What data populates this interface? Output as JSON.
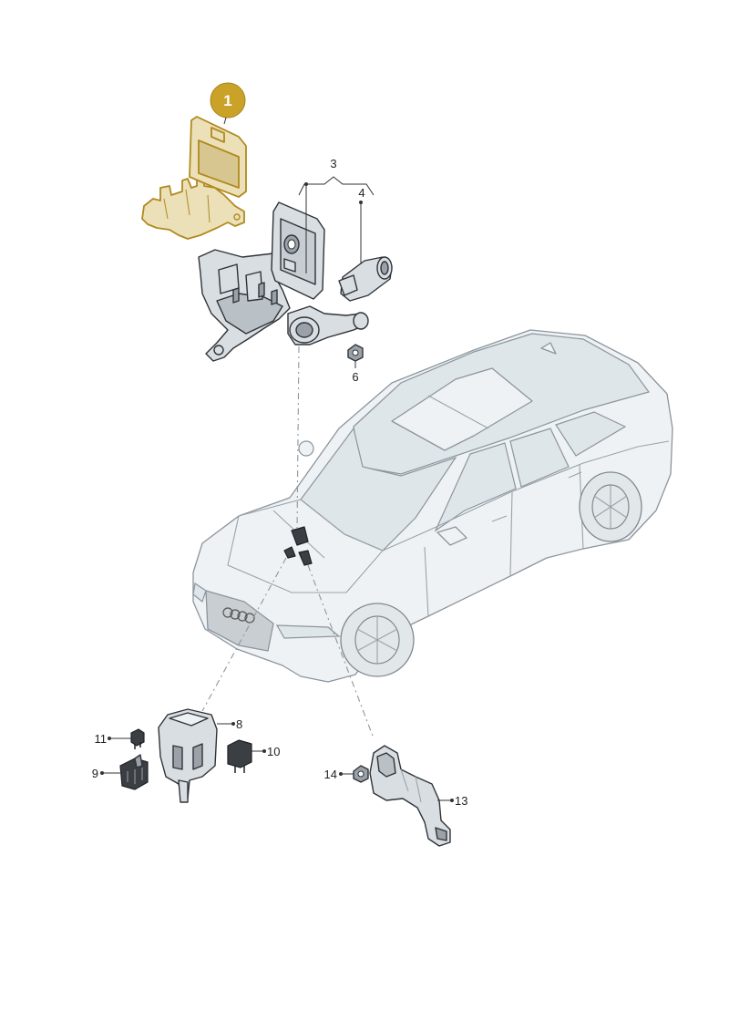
{
  "highlight_color": "#c9a227",
  "callouts": {
    "badge": "1",
    "c3": "3",
    "c4": "4",
    "c6": "6",
    "c8": "8",
    "c9": "9",
    "c10": "10",
    "c11": "11",
    "c13": "13",
    "c14": "14"
  }
}
